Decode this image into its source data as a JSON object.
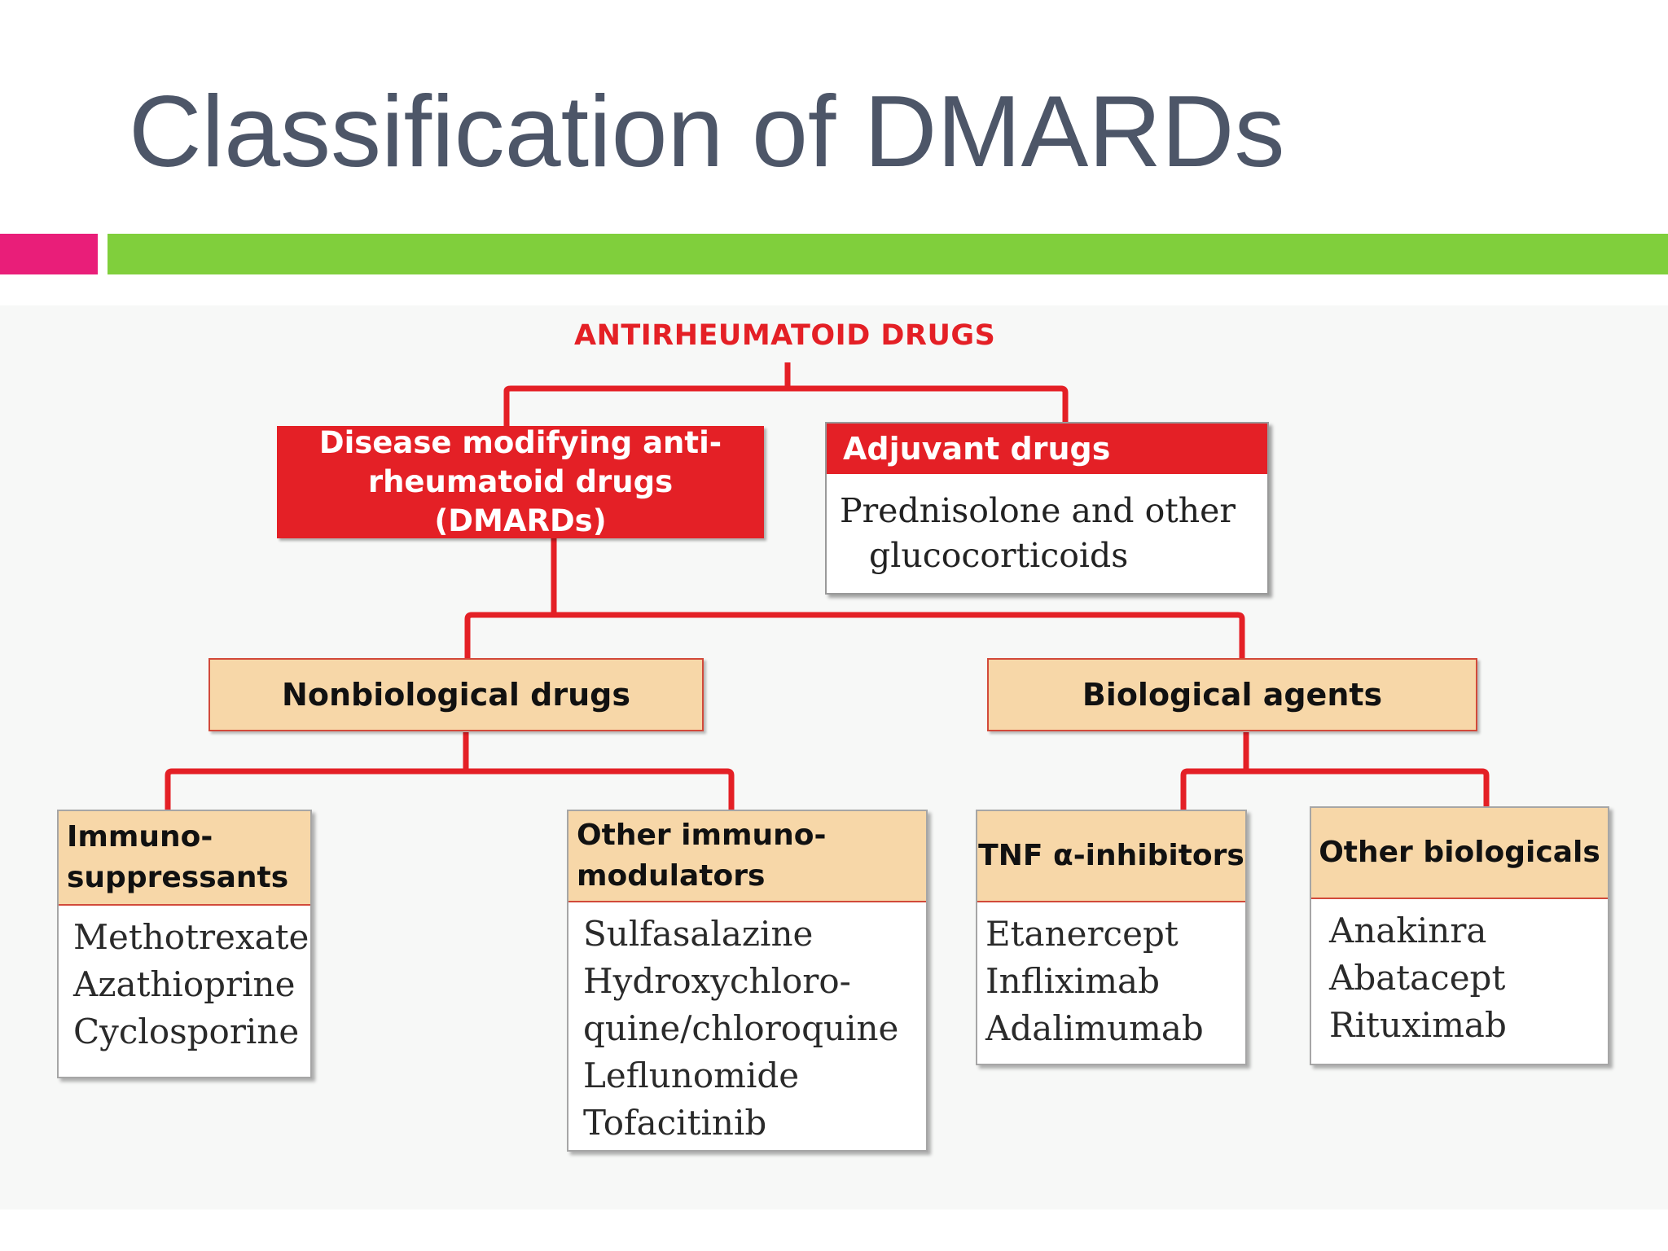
{
  "title": "Classification of DMARDs",
  "colors": {
    "title": "#4d5668",
    "accent_pink": "#e91e79",
    "accent_green": "#80cf3c",
    "diagram_red": "#e42026",
    "tan": "#f7d7a8"
  },
  "diagram": {
    "root": "ANTIRHEUMATOID DRUGS",
    "dmards": {
      "line1": "Disease modifying anti-",
      "line2": "rheumatoid drugs (DMARDs)"
    },
    "adjuvant": {
      "heading": "Adjuvant drugs",
      "line1": "Prednisolone and other",
      "line2": "glucocorticoids"
    },
    "nonbiological": "Nonbiological drugs",
    "biological": "Biological agents",
    "immunosuppressants": {
      "heading_line1": "Immuno-",
      "heading_line2": "suppressants",
      "drugs": [
        "Methotrexate",
        "Azathioprine",
        "Cyclosporine"
      ]
    },
    "other_immunomodulators": {
      "heading_line1": "Other immuno-",
      "heading_line2": "modulators",
      "drugs": [
        "Sulfasalazine",
        "Hydroxychloro-",
        "quine/chloroquine",
        "Leflunomide",
        "Tofacitinib"
      ]
    },
    "tnf_inhibitors": {
      "heading": "TNF α-inhibitors",
      "drugs": [
        "Etanercept",
        "Infliximab",
        "Adalimumab"
      ]
    },
    "other_biologicals": {
      "heading": "Other biologicals",
      "drugs": [
        "Anakinra",
        "Abatacept",
        "Rituximab"
      ]
    }
  }
}
